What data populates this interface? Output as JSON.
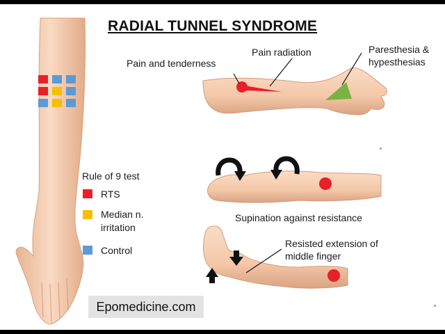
{
  "title": "RADIAL TUNNEL SYNDROME",
  "labels": {
    "pain_tenderness": "Pain and tenderness",
    "pain_radiation": "Pain radiation",
    "paresthesia_line1": "Paresthesia &",
    "paresthesia_line2": "hypesthesias",
    "supination": "Supination against resistance",
    "resisted_line1": "Resisted extension of",
    "resisted_line2": "middle finger"
  },
  "legend": {
    "title": "Rule of 9 test",
    "items": [
      {
        "label": "RTS",
        "color": "#e8202a"
      },
      {
        "label_line1": "Median n.",
        "label_line2": "irritation",
        "color": "#f5c000"
      },
      {
        "label": "Control",
        "color": "#5b9bd5"
      }
    ]
  },
  "rule_of_9_grid": [
    [
      "red",
      "blue",
      "blue"
    ],
    [
      "red",
      "yellow",
      "blue"
    ],
    [
      "blue",
      "yellow",
      "blue"
    ]
  ],
  "colors": {
    "red": "#e8202a",
    "yellow": "#f5c000",
    "blue": "#5b9bd5",
    "skin": "#f6ceb0",
    "skin_shadow": "#d9a383",
    "paresthesia_green": "#7bb342"
  },
  "icons": [
    "curved-arrow-icon",
    "up-arrow-icon",
    "down-arrow-icon"
  ],
  "watermark": "Epomedicine.com"
}
